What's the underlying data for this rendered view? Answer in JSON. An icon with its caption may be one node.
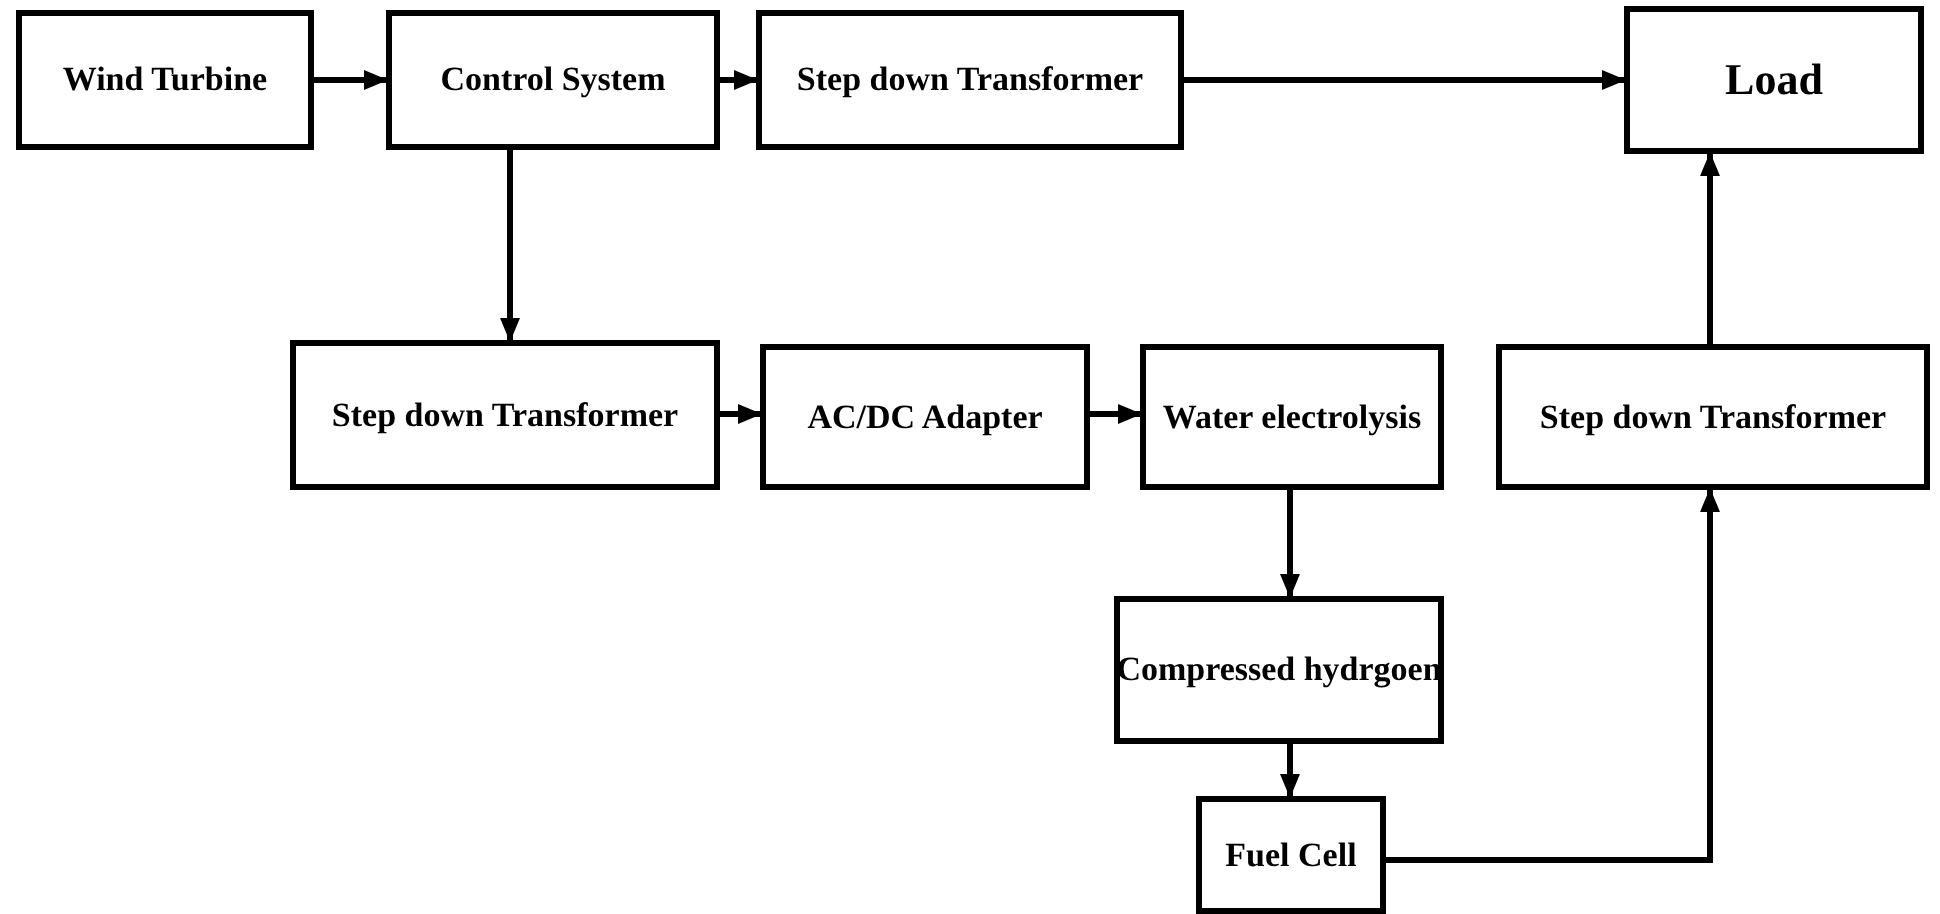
{
  "diagram": {
    "nodes": [
      {
        "text": [
          "Wind Turbine"
        ]
      },
      {
        "text": [
          "Control System"
        ]
      },
      {
        "text": [
          "Step down Transformer"
        ]
      },
      {
        "text": [
          "Load"
        ]
      },
      {
        "text": [
          "Step down Transformer"
        ]
      },
      {
        "text": [
          "AC/DC Adapter"
        ]
      },
      {
        "text": [
          "Water electrolysis"
        ]
      },
      {
        "text": [
          "Step down Transformer"
        ]
      },
      {
        "text": [
          "Compressed hydrgoen"
        ]
      },
      {
        "text": [
          "Fuel Cell"
        ]
      }
    ],
    "edges": [
      {
        "from": 0,
        "to": 1,
        "arrow": "to"
      },
      {
        "from": 1,
        "to": 2,
        "arrow": "to"
      },
      {
        "from": 2,
        "to": 3,
        "arrow": "to"
      },
      {
        "from": 1,
        "to": 4,
        "arrow": "to"
      },
      {
        "from": 4,
        "to": 5,
        "arrow": "to"
      },
      {
        "from": 5,
        "to": 6,
        "arrow": "to"
      },
      {
        "from": 6,
        "to": 8,
        "arrow": "to"
      },
      {
        "from": 8,
        "to": 9,
        "arrow": "to"
      },
      {
        "from": 9,
        "to": 7,
        "arrow": "to"
      },
      {
        "from": 7,
        "to": 3,
        "arrow": "to"
      }
    ]
  }
}
